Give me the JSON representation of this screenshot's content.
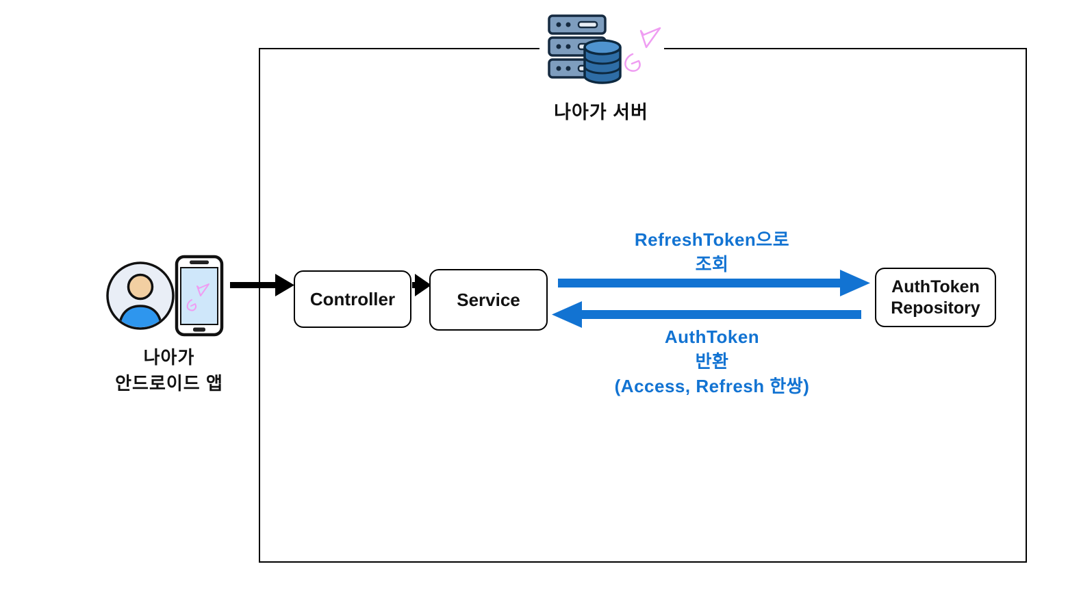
{
  "colors": {
    "accent_blue": "#1273d2",
    "logo_pink": "#ef9df2",
    "server_icon_blue": "#7e9dbe",
    "database_blue": "#2e6da6",
    "screen_blue": "#cfe7fa",
    "avatar_skin": "#f2cfa2",
    "avatar_body": "#2e96ee",
    "outline_black": "#000000"
  },
  "icons": {
    "server": "server-rack-icon",
    "database": "database-icon",
    "logo": "brand-logo-icon",
    "avatar": "user-avatar-icon",
    "phone": "smartphone-icon"
  },
  "server": {
    "label": "나아가 서버"
  },
  "client": {
    "label_line1": "나아가",
    "label_line2": "안드로이드 앱"
  },
  "boxes": {
    "controller": "Controller",
    "service": "Service",
    "repository_line1": "AuthToken",
    "repository_line2": "Repository"
  },
  "flows": {
    "request": {
      "line1": "RefreshToken으로",
      "line2": "조회"
    },
    "response": {
      "line1": "AuthToken",
      "line2": "반환",
      "line3": "(Access, Refresh 한쌍)"
    }
  }
}
